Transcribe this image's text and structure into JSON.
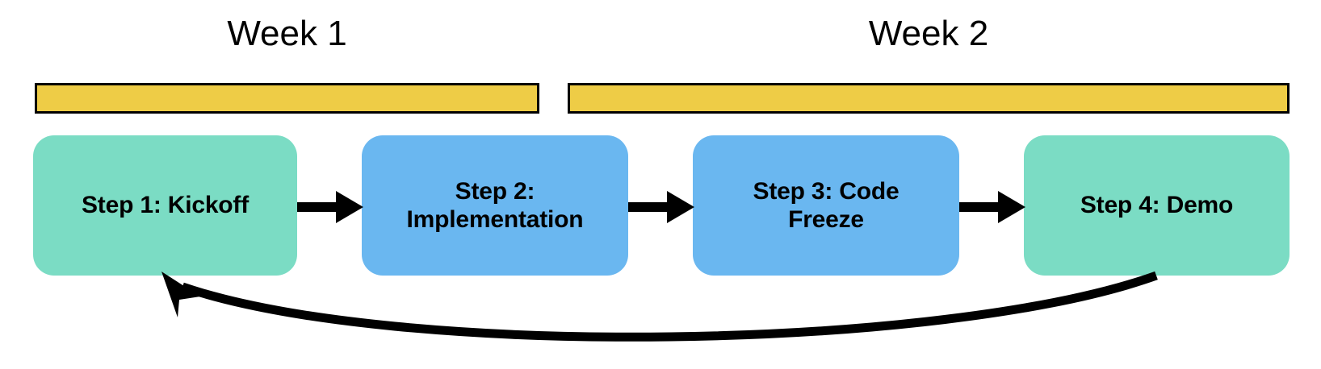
{
  "diagram": {
    "title": "Two-week project workflow timeline",
    "background_color": "#FFFFFF"
  },
  "timeline": {
    "bar_color": "#EECC46",
    "bar_border_color": "#000000",
    "periods": [
      {
        "label": "Week 1",
        "bar_name": "week-1-bar"
      },
      {
        "label": "Week 2",
        "bar_name": "week-2-bar"
      }
    ]
  },
  "steps": [
    {
      "label": "Step 1:  Kickoff",
      "number": 1,
      "color": "#7BDCC4",
      "week": "Week 1"
    },
    {
      "label": "Step 2:\nImplementation",
      "number": 2,
      "color": "#6AB7F0",
      "week": "Week 1"
    },
    {
      "label": "Step 3: Code\nFreeze",
      "number": 3,
      "color": "#6AB7F0",
      "week": "Week 2"
    },
    {
      "label": "Step 4: Demo",
      "number": 4,
      "color": "#7BDCC4",
      "week": "Week 2"
    }
  ],
  "connectors": [
    {
      "name": "step-1-to-step-2",
      "from": "Step 1:  Kickoff",
      "to": "Step 2:\nImplementation",
      "style": "straight-arrow",
      "color": "#000000"
    },
    {
      "name": "step-2-to-step-3",
      "from": "Step 2:\nImplementation",
      "to": "Step 3: Code\nFreeze",
      "style": "straight-arrow",
      "color": "#000000"
    },
    {
      "name": "step-3-to-step-4",
      "from": "Step 3: Code\nFreeze",
      "to": "Step 4: Demo",
      "style": "straight-arrow",
      "color": "#000000"
    }
  ],
  "feedback_loop": {
    "name": "step-4-to-step-1-feedback",
    "from": "Step 4: Demo",
    "to": "Step 1:  Kickoff",
    "style": "curved-arrow",
    "color": "#000000"
  }
}
